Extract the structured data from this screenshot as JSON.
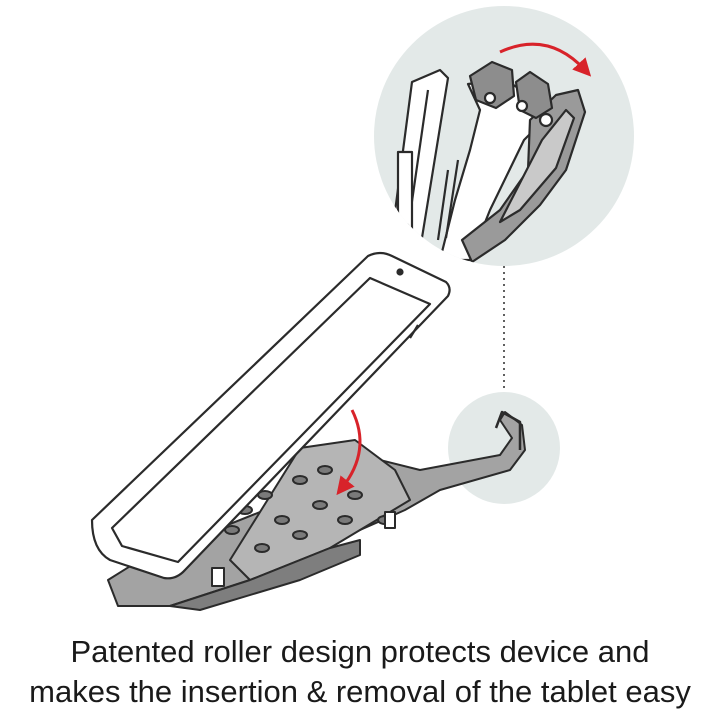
{
  "caption": {
    "line1": "Patented roller design protects device and",
    "line2": "makes the insertion & removal of the tablet easy"
  },
  "colors": {
    "background": "#ffffff",
    "circle_fill": "#e3e9e8",
    "arrow": "#d8232a",
    "outline": "#2b2b2b",
    "cradle_gray": "#9a9a9a"
  },
  "icons": [
    "tablet",
    "tablet-cradle",
    "roller-arm-detail",
    "rotation-arrow",
    "insertion-arrow"
  ]
}
